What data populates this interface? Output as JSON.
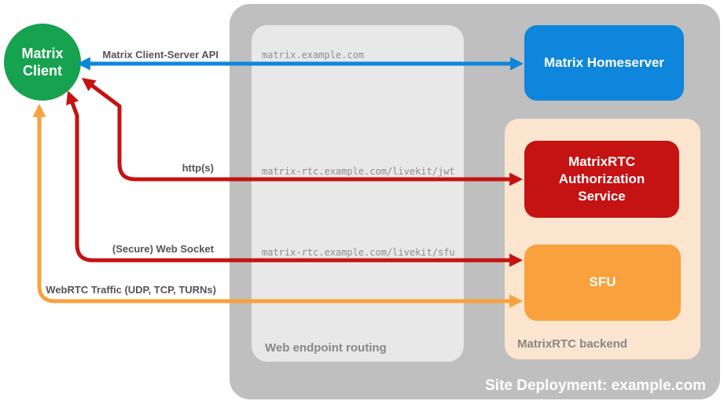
{
  "site": {
    "title": "Site Deployment: example.com"
  },
  "nodes": {
    "client": "Matrix Client",
    "homeserver": "Matrix Homeserver",
    "auth_service": "MatrixRTC Authorization Service",
    "sfu": "SFU"
  },
  "groups": {
    "routing": "Web endpoint routing",
    "backend": "MatrixRTC backend"
  },
  "endpoints": {
    "homeserver": "matrix.example.com",
    "jwt": "matrix-rtc.example.com/livekit/jwt",
    "sfu": "matrix-rtc.example.com/livekit/sfu"
  },
  "connections": {
    "client_server_api": "Matrix Client-Server API",
    "https": "http(s)",
    "websocket": "(Secure) Web Socket",
    "webrtc": "WebRTC Traffic (UDP, TCP, TURNs)"
  },
  "colors": {
    "client": "#16a24e",
    "homeserver": "#0e86db",
    "auth_service": "#c51212",
    "sfu": "#f9a13c",
    "backend_bg": "#fbe5ce",
    "container_bg": "#bfbfbf",
    "routing_bg": "#e8e8e8",
    "conn_label_text": "#555555",
    "endpoint_text": "#8f8f8f",
    "group_label_text": "#878787"
  }
}
